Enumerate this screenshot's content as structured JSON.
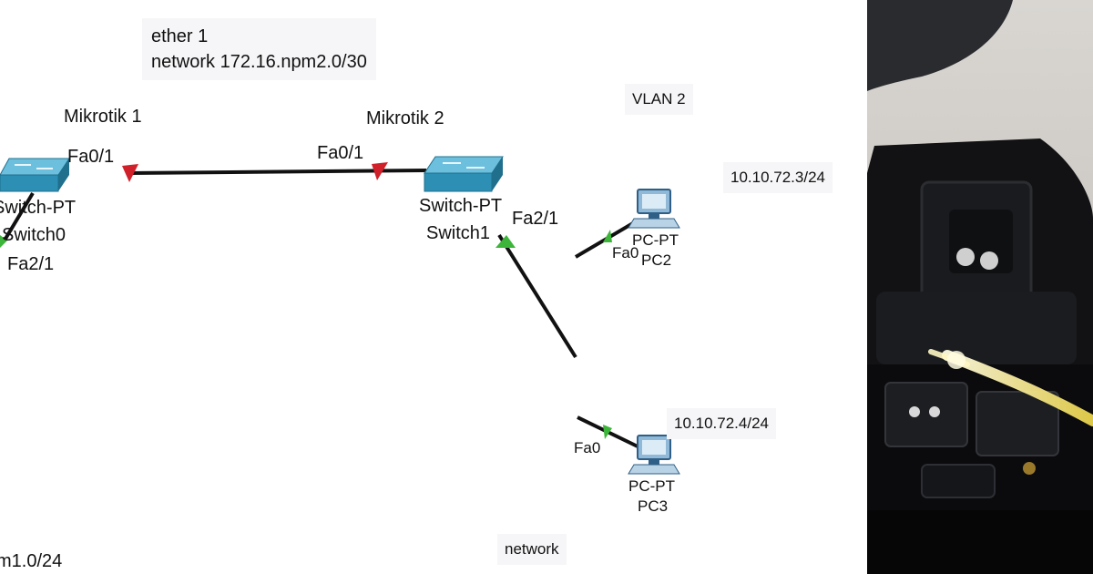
{
  "topology": {
    "notes": {
      "ether_line1": "ether 1",
      "ether_line2": "network 172.16.npm2.0/30",
      "vlan": "VLAN 2",
      "pc2_ip": "10.10.72.3/24",
      "pc3_ip": "10.10.72.4/24",
      "bottom_network": "network",
      "bottom_left": "m1.0/24"
    },
    "devices": {
      "mikrotik1": {
        "name": "Mikrotik 1",
        "model": "Switch-PT",
        "host": "Switch0"
      },
      "mikrotik2": {
        "name": "Mikrotik 2",
        "model": "Switch-PT",
        "host": "Switch1"
      },
      "pc2": {
        "model": "PC-PT",
        "host": "PC2"
      },
      "pc3": {
        "model": "PC-PT",
        "host": "PC3"
      }
    },
    "ports": {
      "sw0_fa01": "Fa0/1",
      "sw0_fa21": "Fa2/1",
      "sw1_fa01": "Fa0/1",
      "sw1_fa21": "Fa2/1",
      "pc2_fa0": "Fa0",
      "pc3_fa0": "Fa0"
    },
    "colors": {
      "link": "#111111",
      "port_down": "#d0202a",
      "port_up": "#3db53a",
      "switch_body": "#2d8fb3",
      "switch_top": "#6cc0de",
      "note_bg": "#f6f6f8"
    }
  }
}
